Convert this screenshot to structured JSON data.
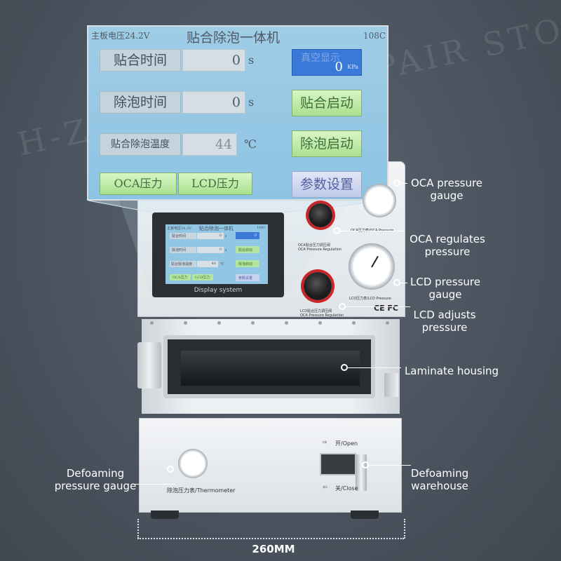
{
  "watermark": "H-ZONE SHOP REPAIR STORE",
  "screen": {
    "voltage": "主板电压24.2V",
    "title": "贴合除泡一体机",
    "code": "108C",
    "bond_time_label": "贴合时间",
    "bond_time_value": "0",
    "bond_time_unit": "s",
    "defoam_time_label": "除泡时间",
    "defoam_time_value": "0",
    "defoam_time_unit": "s",
    "temp_label": "贴合除泡温度",
    "temp_value": "44",
    "temp_unit": "℃",
    "vacuum_label": "真空显示",
    "vacuum_value": "0",
    "vacuum_unit": "KPa",
    "bond_start": "贴合启动",
    "defoam_start": "除泡启动",
    "settings": "参数设置",
    "oca_pressure": "OCA压力",
    "lcd_pressure": "LCD压力"
  },
  "small_screen": {
    "voltage": "主板电压24.2V",
    "title": "贴合除泡一体机",
    "code": "108C",
    "bond_time_label": "贴合时间",
    "bond_time_value": "0",
    "defoam_time_label": "除泡时间",
    "defoam_time_value": "0",
    "temp_label": "贴合除泡温度",
    "temp_value": "48",
    "unit_s": "s",
    "unit_c": "℃",
    "bond_start": "贴合启动",
    "defoam_start": "除泡启动",
    "settings": "参数设置",
    "oca_pressure": "OCA压力",
    "lcd_pressure": "LCD压力",
    "vacuum_value": "0",
    "display_system": "Display system"
  },
  "panel_print": {
    "oca_regulator_cn": "OCA贴合压力调压阀",
    "oca_regulator_en": "OCA Pressure Regulation",
    "lcd_regulator_cn": "LCD贴合压力调压阀",
    "lcd_regulator_en": "OCA Pressure Regulation",
    "oca_gauge_print": "OCA压力表/OCA Pressure",
    "lcd_gauge_print": "LCD压力表/LCD Pressure",
    "cert": "CE FC",
    "thermometer": "除泡压力表/Thermometer",
    "open": "开/Open",
    "close": "关/Close"
  },
  "callouts": {
    "oca_gauge": "OCA pressure gauge",
    "oca_regulates": "OCA regulates pressure",
    "lcd_gauge": "LCD pressure gauge",
    "lcd_adjusts": "LCD adjusts pressure",
    "laminate_housing": "Laminate housing",
    "defoam_gauge": "Defoaming pressure gauge",
    "defoam_warehouse": "Defoaming warehouse"
  },
  "dimension": "260MM",
  "colors": {
    "background": "#4b545f",
    "screen": "#8ec4e3",
    "green_button": "#a9e08e",
    "vacuum_button": "#3b79d8",
    "knob_ring": "#c8262b"
  }
}
